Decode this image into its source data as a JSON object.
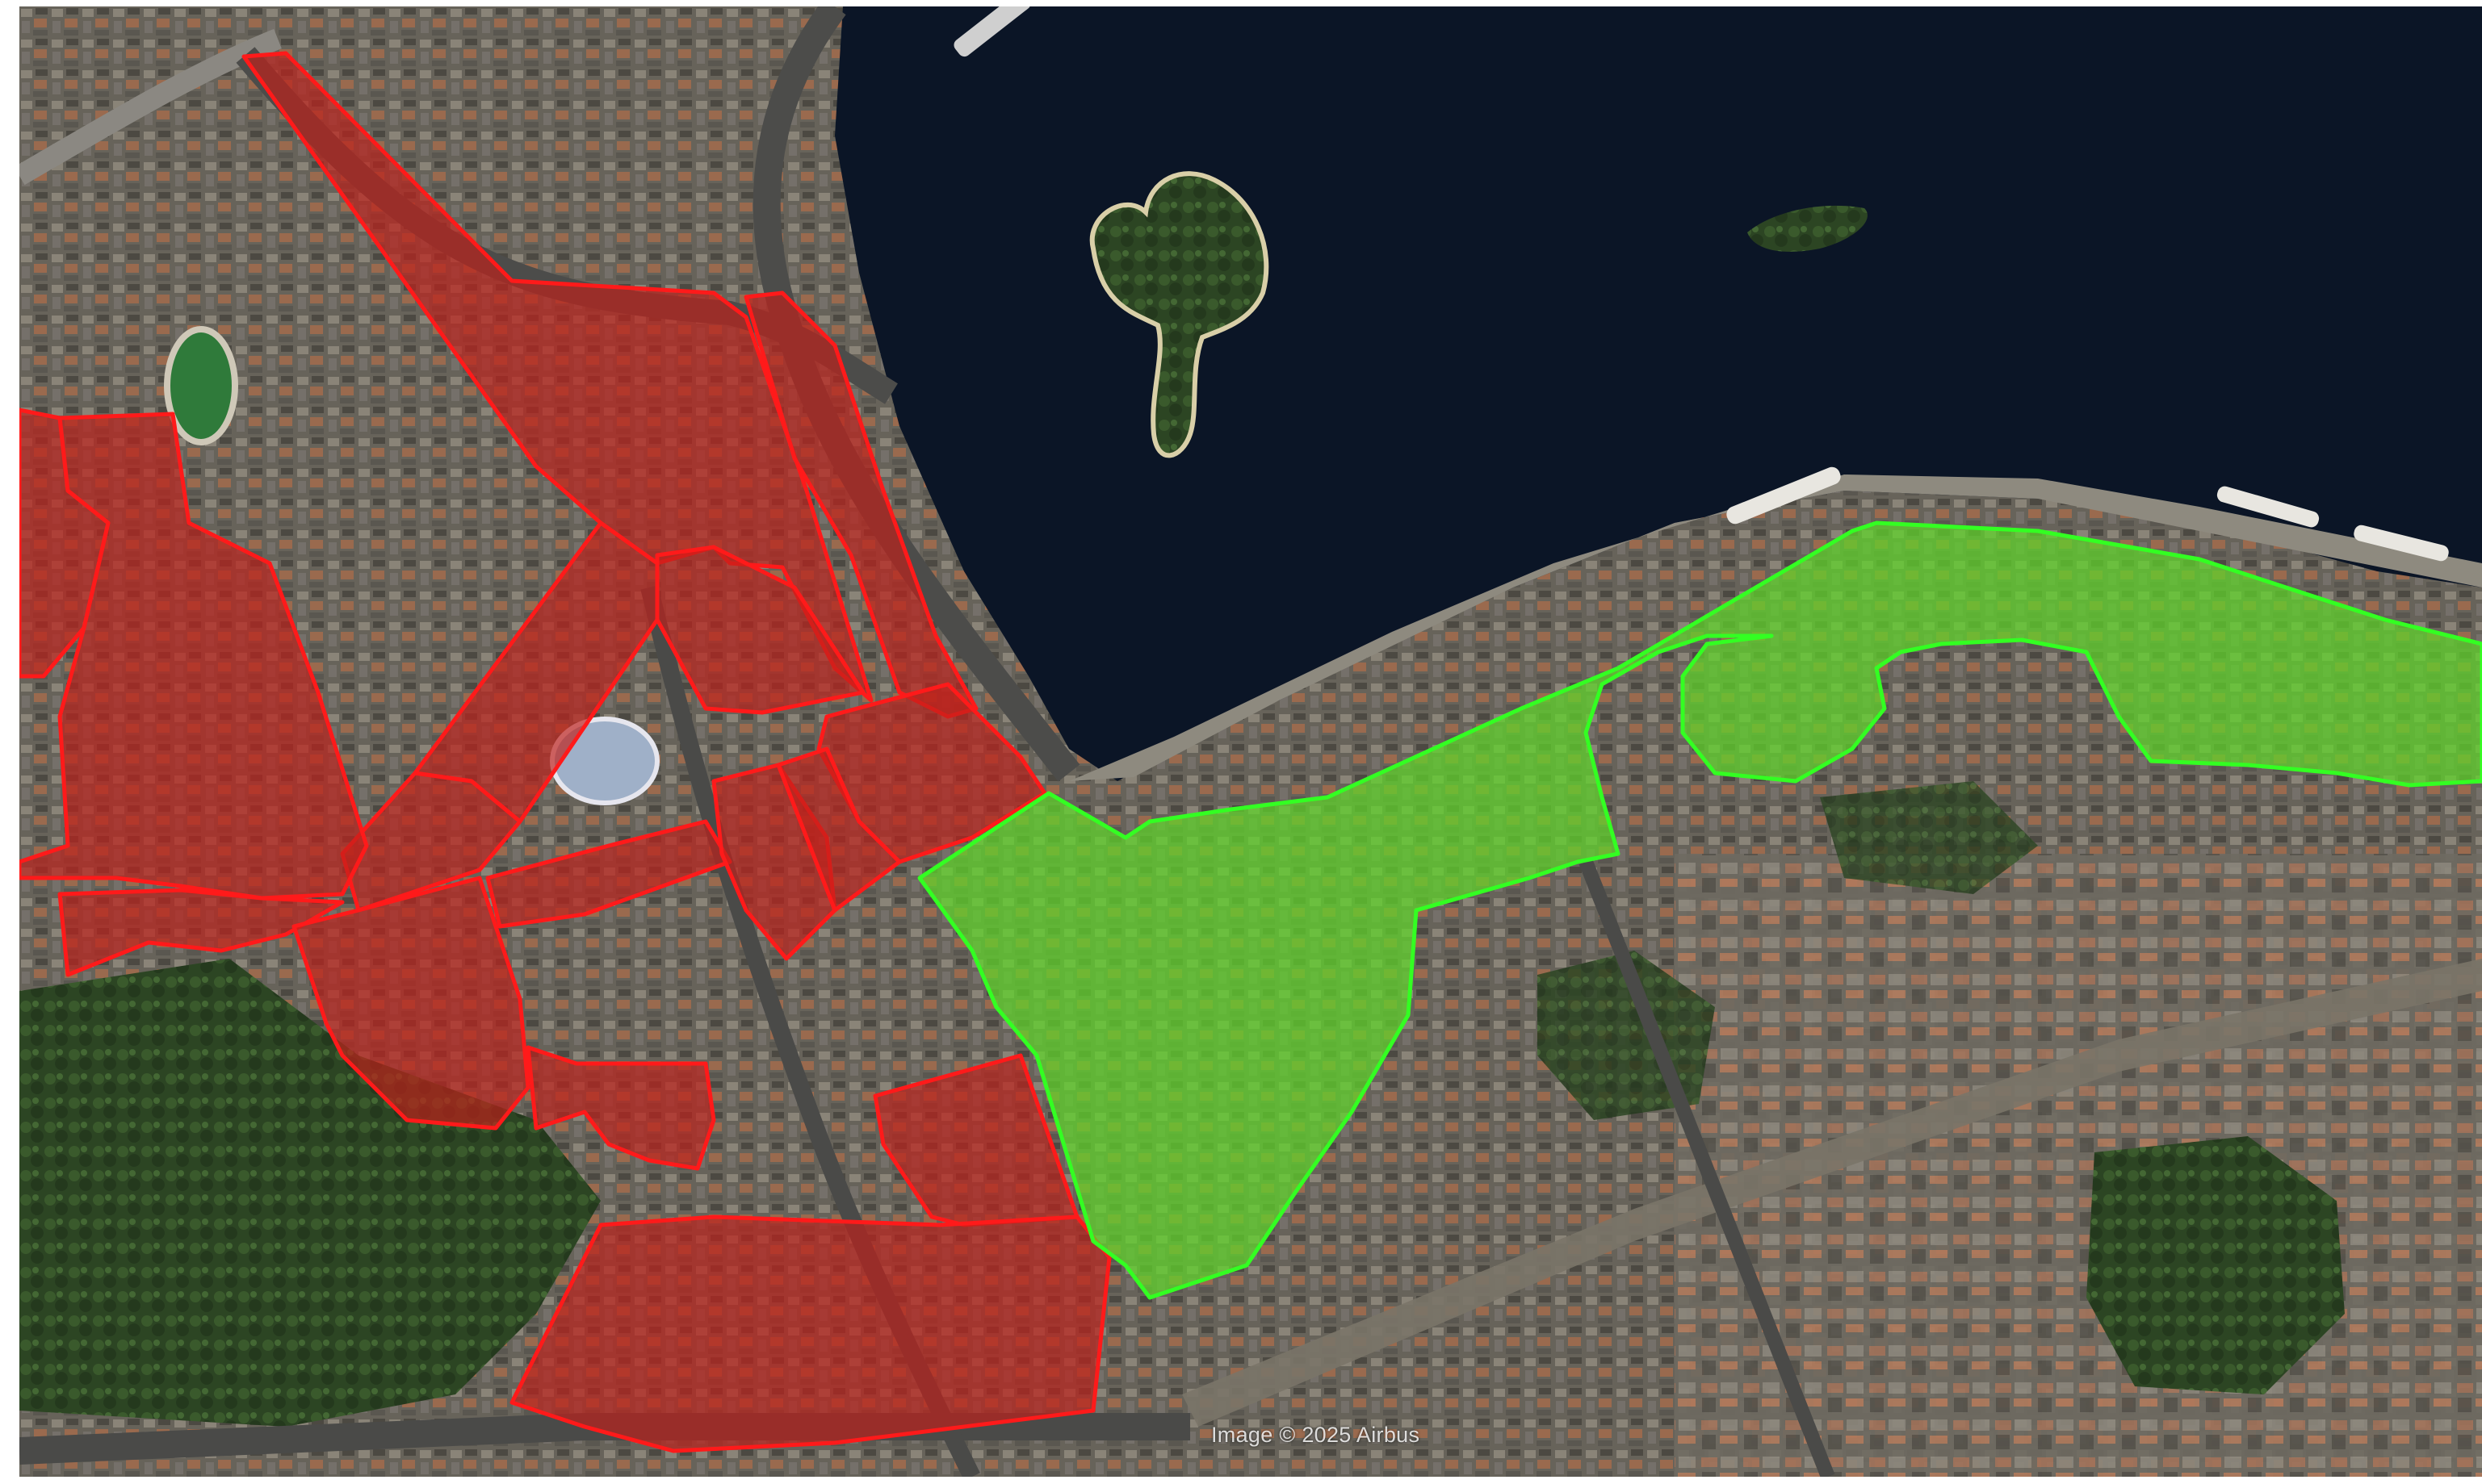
{
  "map": {
    "view": "satellite",
    "attribution": "Image © 2025 Airbus",
    "colors": {
      "water": "#0b1526",
      "urban": "#5e5b52",
      "vegetation": "#2f4a25",
      "red_zone_fill": "#c0201a",
      "red_zone_outline": "#ff1a1a",
      "green_zone_fill": "#5fd62a",
      "green_zone_outline": "#33ff22"
    },
    "layers": [
      {
        "name": "red-zones",
        "color": "#ff1a1a"
      },
      {
        "name": "green-zone",
        "color": "#33ff22"
      }
    ]
  }
}
